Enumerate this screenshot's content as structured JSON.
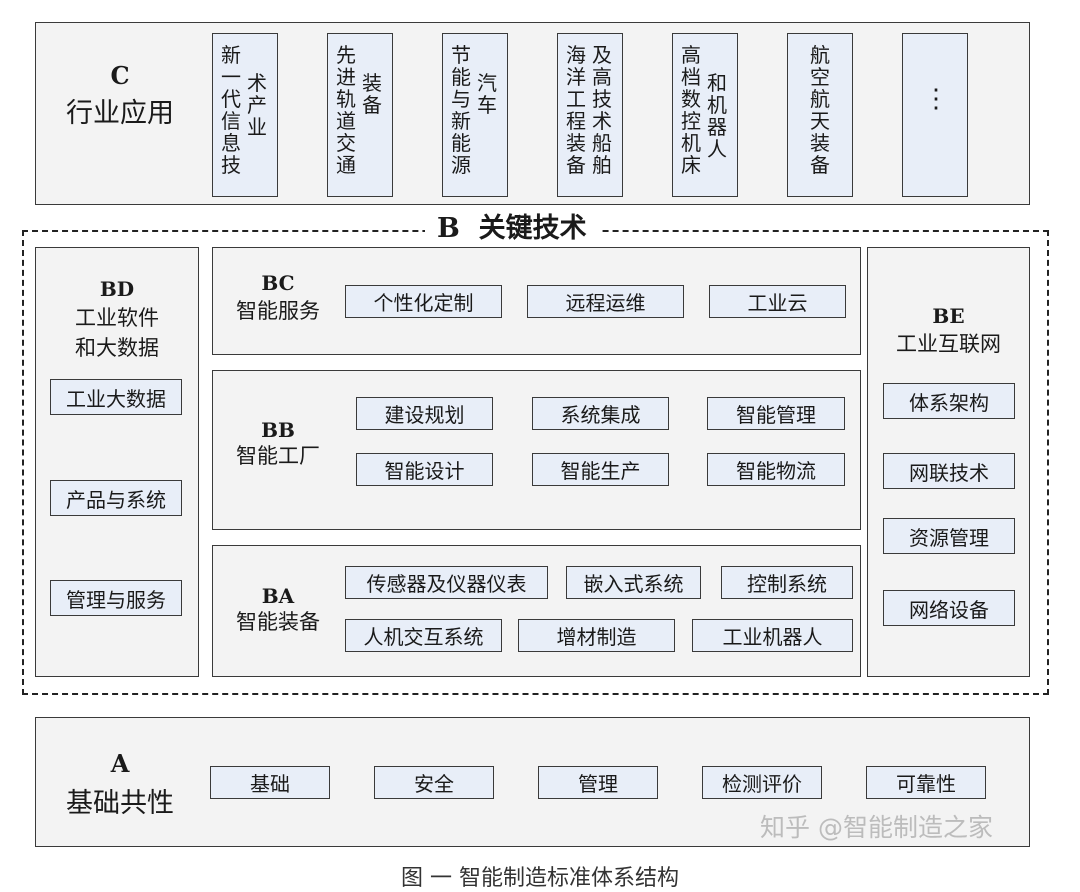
{
  "layer_c": {
    "code": "C",
    "name": "行业应用",
    "items": [
      {
        "col1": "新一代信息技",
        "col2": "术产业"
      },
      {
        "col1": "先进轨道交通",
        "col2": "装备"
      },
      {
        "col1": "节能与新能源",
        "col2": "汽车"
      },
      {
        "col1": "海洋工程装备",
        "col2": "及高技术船舶"
      },
      {
        "col1": "高档数控机床",
        "col2": "和机器人"
      },
      {
        "col1": "航空航天装备",
        "col2": ""
      },
      {
        "col1": "⋮",
        "col2": ""
      }
    ]
  },
  "layer_b": {
    "title": "B  关键技术",
    "bd": {
      "code": "BD",
      "line1": "工业软件",
      "line2": "和大数据",
      "items": [
        "工业大数据",
        "产品与系统",
        "管理与服务"
      ]
    },
    "bc": {
      "code": "BC",
      "name": "智能服务",
      "items": [
        "个性化定制",
        "远程运维",
        "工业云"
      ]
    },
    "bb": {
      "code": "BB",
      "name": "智能工厂",
      "items": [
        "建设规划",
        "系统集成",
        "智能管理",
        "智能设计",
        "智能生产",
        "智能物流"
      ]
    },
    "ba": {
      "code": "BA",
      "name": "智能装备",
      "items": [
        "传感器及仪器仪表",
        "嵌入式系统",
        "控制系统",
        "人机交互系统",
        "增材制造",
        "工业机器人"
      ]
    },
    "be": {
      "code": "BE",
      "name": "工业互联网",
      "items": [
        "体系架构",
        "网联技术",
        "资源管理",
        "网络设备"
      ]
    }
  },
  "layer_a": {
    "code": "A",
    "name": "基础共性",
    "items": [
      "基础",
      "安全",
      "管理",
      "检测评价",
      "可靠性"
    ]
  },
  "watermark": "知乎 @智能制造之家",
  "caption": "图 一 智能制造标准体系结构"
}
